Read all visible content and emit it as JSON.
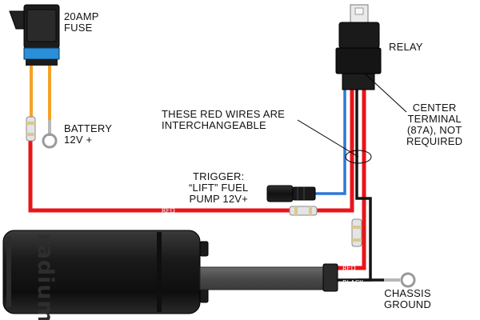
{
  "labels": {
    "fuse": [
      "20AMP",
      "FUSE"
    ],
    "battery": [
      "BATTERY",
      "12V +"
    ],
    "relay": "RELAY",
    "red_wires_note": [
      "THESE RED WIRES ARE",
      "INTERCHANGEABLE"
    ],
    "center_terminal": [
      "CENTER",
      "TERMINAL",
      "(87A), NOT",
      "REQUIRED"
    ],
    "trigger": [
      "TRIGGER:",
      "“LIFT” FUEL",
      "PUMP 12V+"
    ],
    "chassis_ground": [
      "CHASSIS",
      "GROUND"
    ]
  },
  "wire_labels": {
    "main_red": "RED",
    "pump_red": "RED",
    "pump_black": "BLACK"
  },
  "brand": "radium",
  "colors": {
    "red_wire": "#e8141a",
    "orange_wire": "#f4a126",
    "blue_wire": "#2f78d6",
    "black_wire": "#141414",
    "fuse_body": "#1c1c1c",
    "fuse_accent": "#2a8fd8",
    "pump_body": "#1e1e1e"
  }
}
